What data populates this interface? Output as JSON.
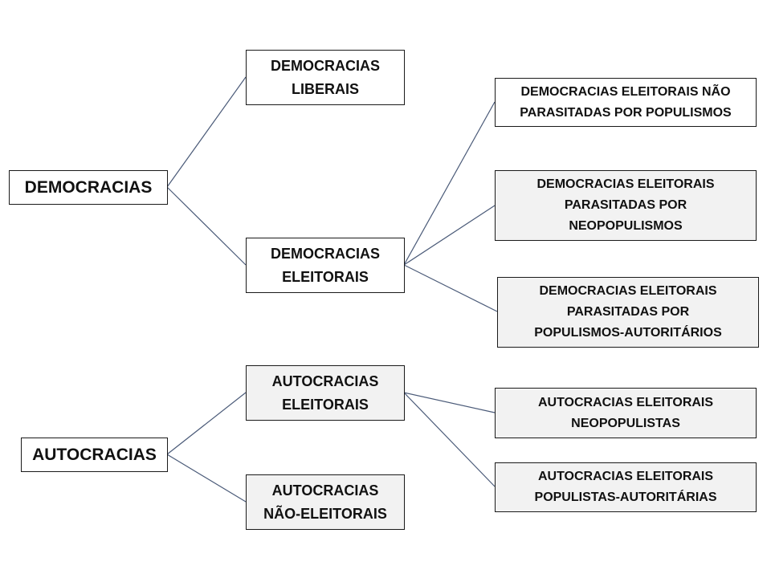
{
  "colors": {
    "line": "#4a5a78",
    "box_border": "#1a1a1a",
    "box_gray": "#f2f2f2"
  },
  "nodes": {
    "democracias": "DEMOCRACIAS",
    "autocracias": "AUTOCRACIAS",
    "democracias_liberais": "DEMOCRACIAS\nLIBERAIS",
    "democracias_eleitorais": "DEMOCRACIAS\nELEITORAIS",
    "autocracias_eleitorais": "AUTOCRACIAS\nELEITORAIS",
    "autocracias_nao_eleitorais": "AUTOCRACIAS\nNÃO-ELEITORAIS",
    "dem_eleit_nao_parasitadas": "DEMOCRACIAS ELEITORAIS NÃO\nPARASITADAS POR POPULISMOS",
    "dem_eleit_neopopulismos": "DEMOCRACIAS ELEITORAIS\nPARASITADAS POR\nNEOPOPULISMOS",
    "dem_eleit_pop_autoritarios": "DEMOCRACIAS ELEITORAIS\nPARASITADAS POR\nPOPULISMOS-AUTORITÁRIOS",
    "auto_eleit_neopopulistas": "AUTOCRACIAS ELEITORAIS\nNEOPOPULISTAS",
    "auto_eleit_pop_autoritarias": "AUTOCRACIAS ELEITORAIS\nPOPULISTAS-AUTORITÁRIAS"
  }
}
